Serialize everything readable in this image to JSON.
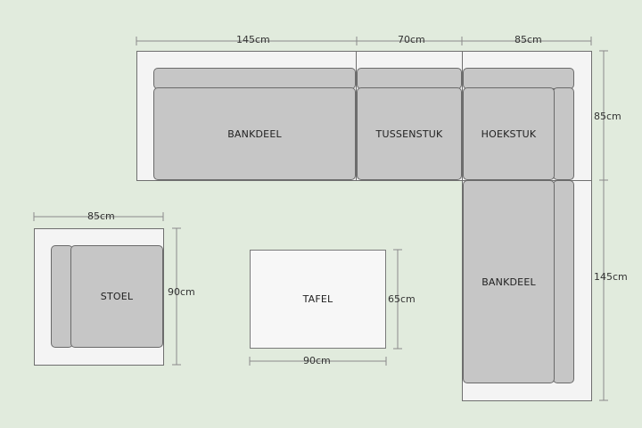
{
  "pieces": {
    "bankdeel_top": "BANKDEEL",
    "tussenstuk": "TUSSENSTUK",
    "hoekstuk": "HOEKSTUK",
    "bankdeel_right": "BANKDEEL",
    "stoel": "STOEL",
    "tafel": "TAFEL"
  },
  "dimensions": {
    "top_bankdeel_width": "145cm",
    "top_tussenstuk_width": "70cm",
    "top_hoekstuk_width": "85cm",
    "right_hoekstuk_depth": "85cm",
    "right_bankdeel_length": "145cm",
    "stoel_width": "85cm",
    "stoel_depth": "90cm",
    "tafel_width": "90cm",
    "tafel_depth": "65cm"
  },
  "colors": {
    "background": "#e1ebdd",
    "cushion": "#c6c6c6",
    "frame": "#f4f4f4",
    "outline": "#6f6f6f"
  }
}
